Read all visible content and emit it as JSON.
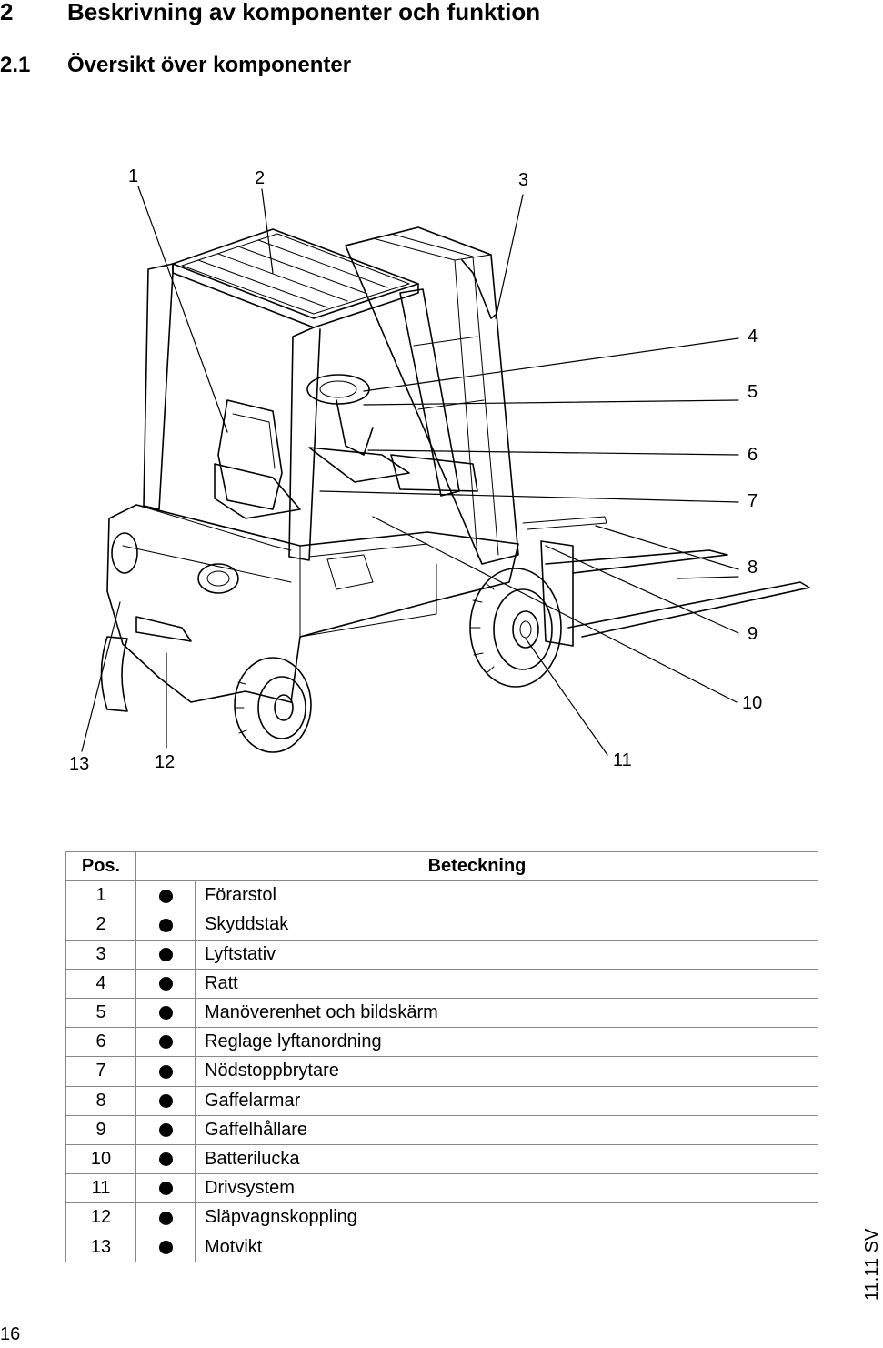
{
  "heading": {
    "number": "2",
    "title": "Beskrivning av komponenter och funktion"
  },
  "subheading": {
    "number": "2.1",
    "title": "Översikt över komponenter"
  },
  "figure": {
    "callouts": [
      "1",
      "2",
      "3",
      "4",
      "5",
      "6",
      "7",
      "8",
      "9",
      "10",
      "11",
      "12",
      "13"
    ]
  },
  "legend_table": {
    "headers": {
      "pos": "Pos.",
      "label": "Beteckning"
    },
    "rows": [
      {
        "pos": "1",
        "label": "Förarstol"
      },
      {
        "pos": "2",
        "label": "Skyddstak"
      },
      {
        "pos": "3",
        "label": "Lyftstativ"
      },
      {
        "pos": "4",
        "label": "Ratt"
      },
      {
        "pos": "5",
        "label": "Manöverenhet och bildskärm"
      },
      {
        "pos": "6",
        "label": "Reglage lyftanordning"
      },
      {
        "pos": "7",
        "label": "Nödstoppbrytare"
      },
      {
        "pos": "8",
        "label": "Gaffelarmar"
      },
      {
        "pos": "9",
        "label": "Gaffelhållare"
      },
      {
        "pos": "10",
        "label": "Batterilucka"
      },
      {
        "pos": "11",
        "label": "Drivsystem"
      },
      {
        "pos": "12",
        "label": "Släpvagnskoppling"
      },
      {
        "pos": "13",
        "label": "Motvikt"
      }
    ]
  },
  "side_label": "11.11 SV",
  "page_number": "16"
}
